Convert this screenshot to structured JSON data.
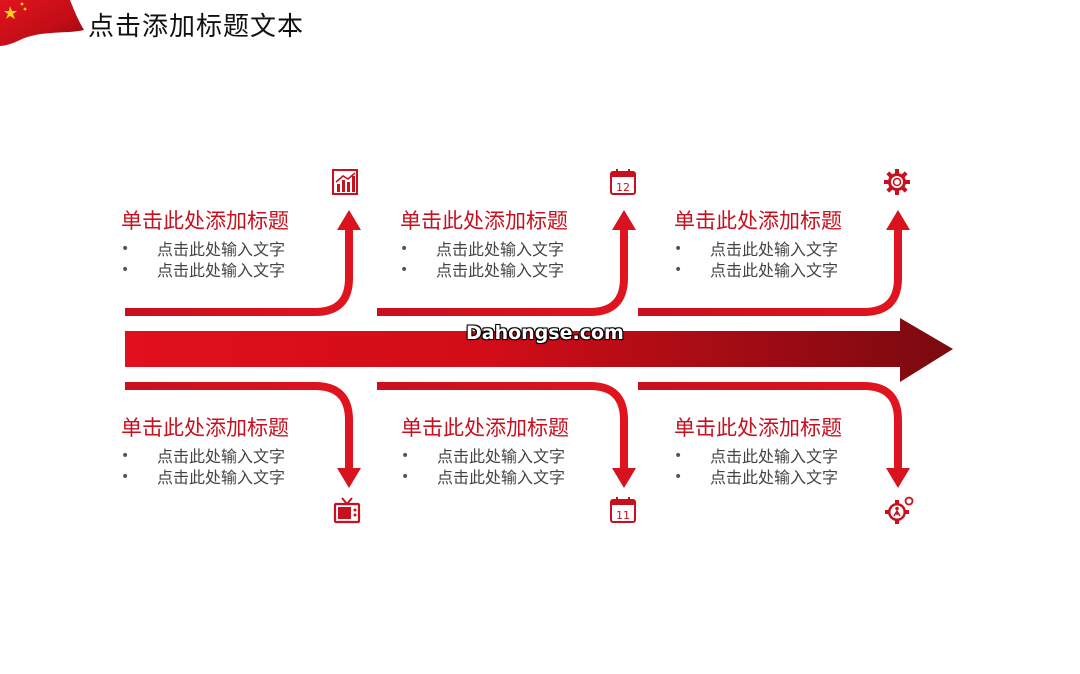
{
  "page_title": "点击添加标题文本",
  "watermark": "Dahongse.com",
  "colors": {
    "accent": "#c8101e",
    "dark_accent": "#7a0a10",
    "text": "#444444"
  },
  "cards": [
    {
      "title": "单击此处添加标题",
      "bullets": [
        "点击此处输入文字",
        "点击此处输入文字"
      ],
      "icon": "bar-chart-icon"
    },
    {
      "title": "单击此处添加标题",
      "bullets": [
        "点击此处输入文字",
        "点击此处输入文字"
      ],
      "icon": "calendar-icon",
      "icon_text": "12"
    },
    {
      "title": "单击此处添加标题",
      "bullets": [
        "点击此处输入文字",
        "点击此处输入文字"
      ],
      "icon": "gear-icon"
    },
    {
      "title": "单击此处添加标题",
      "bullets": [
        "点击此处输入文字",
        "点击此处输入文字"
      ],
      "icon": "tv-icon"
    },
    {
      "title": "单击此处添加标题",
      "bullets": [
        "点击此处输入文字",
        "点击此处输入文字"
      ],
      "icon": "calendar-icon",
      "icon_text": "11"
    },
    {
      "title": "单击此处添加标题",
      "bullets": [
        "点击此处输入文字",
        "点击此处输入文字"
      ],
      "icon": "gear-person-icon"
    }
  ]
}
